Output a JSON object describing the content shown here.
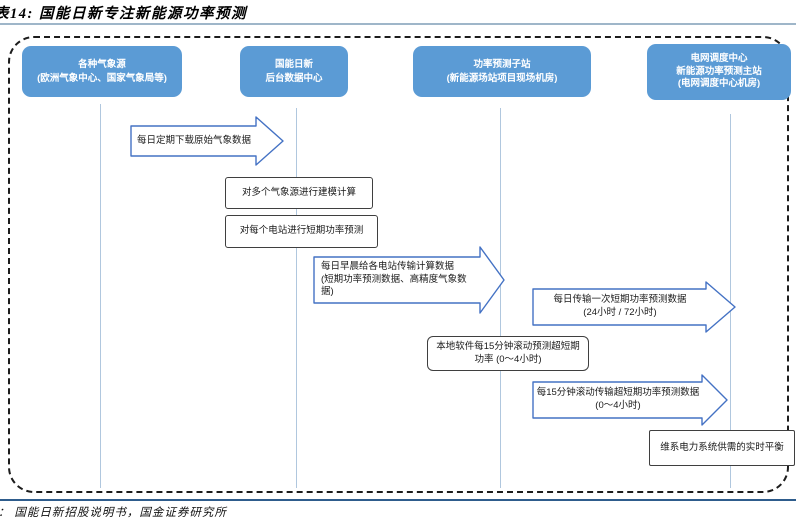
{
  "header": {
    "title": "表14:  国能日新专注新能源功率预测"
  },
  "footer": {
    "source": "：  国能日新招股说明书，国金证券研究所"
  },
  "colors": {
    "station-fill": "#5B9BD5",
    "arrow-stroke": "#4472C4",
    "lane-line": "#B0C7DE",
    "rule-top": "#9FB6C9",
    "rule-bottom": "#2E5C8C"
  },
  "stations": [
    {
      "id": "weather-sources",
      "lines": [
        "各种气象源",
        "(欧洲气象中心、国家气象局等)"
      ]
    },
    {
      "id": "backend-center",
      "lines": [
        "国能日新",
        "后台数据中心"
      ]
    },
    {
      "id": "substation",
      "lines": [
        "功率预测子站",
        "(新能源场站项目现场机房)"
      ]
    },
    {
      "id": "grid-dispatch",
      "lines": [
        "电网调度中心",
        "新能源功率预测主站",
        "(电网调度中心机房)"
      ]
    }
  ],
  "flows": [
    {
      "id": "download-weather",
      "lines": [
        "每日定期下载原始气象数据",
        ""
      ]
    },
    {
      "id": "transmit-calc-data",
      "lines": [
        "每日早晨给各电站传输计算数据",
        "(短期功率预测数据、高精度气象数据)"
      ]
    },
    {
      "id": "daily-shortterm",
      "lines": [
        "每日传输一次短期功率预测数据",
        "(24小时 / 72小时)"
      ]
    },
    {
      "id": "rolling-ultrashort",
      "lines": [
        "每15分钟滚动传输超短期功率预测数据",
        "(0～4小时)"
      ]
    }
  ],
  "processes": [
    {
      "id": "modeling",
      "lines": [
        "对多个气象源进行建模计算",
        ""
      ]
    },
    {
      "id": "shortterm-forecast",
      "lines": [
        "对每个电站进行短期功率预测",
        ""
      ]
    },
    {
      "id": "local-rolling",
      "lines": [
        "本地软件每15分钟滚动预测超短期",
        "功率 (0～4小时)"
      ]
    },
    {
      "id": "grid-balance",
      "lines": [
        "维系电力系统供需的实时平衡",
        ""
      ]
    }
  ]
}
